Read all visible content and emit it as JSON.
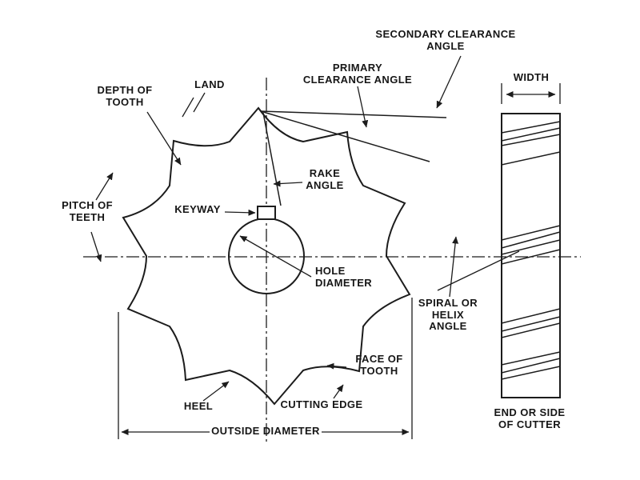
{
  "colors": {
    "ink": "#1c1c1c",
    "background": "#ffffff"
  },
  "labels": {
    "secondary_clearance": {
      "line1": "SECONDARY CLEARANCE",
      "line2": "ANGLE"
    },
    "primary_clearance": {
      "line1": "PRIMARY",
      "line2": "CLEARANCE ANGLE"
    },
    "land": {
      "line1": "LAND"
    },
    "depth_of_tooth": {
      "line1": "DEPTH OF",
      "line2": "TOOTH"
    },
    "pitch_of_teeth": {
      "line1": "PITCH OF",
      "line2": "TEETH"
    },
    "rake_angle": {
      "line1": "RAKE",
      "line2": "ANGLE"
    },
    "keyway": {
      "line1": "KEYWAY"
    },
    "hole_diameter": {
      "line1": "HOLE",
      "line2": "DIAMETER"
    },
    "spiral_helix": {
      "line1": "SPIRAL OR",
      "line2": "HELIX",
      "line3": "ANGLE"
    },
    "width": {
      "line1": "WIDTH"
    },
    "face_of_tooth": {
      "line1": "FACE OF",
      "line2": "TOOTH"
    },
    "cutting_edge": {
      "line1": "CUTTING EDGE"
    },
    "heel": {
      "line1": "HEEL"
    },
    "outside_diameter": {
      "line1": "OUTSIDE DIAMETER"
    },
    "end_or_side": {
      "line1": "END OR SIDE",
      "line2": "OF CUTTER"
    }
  }
}
